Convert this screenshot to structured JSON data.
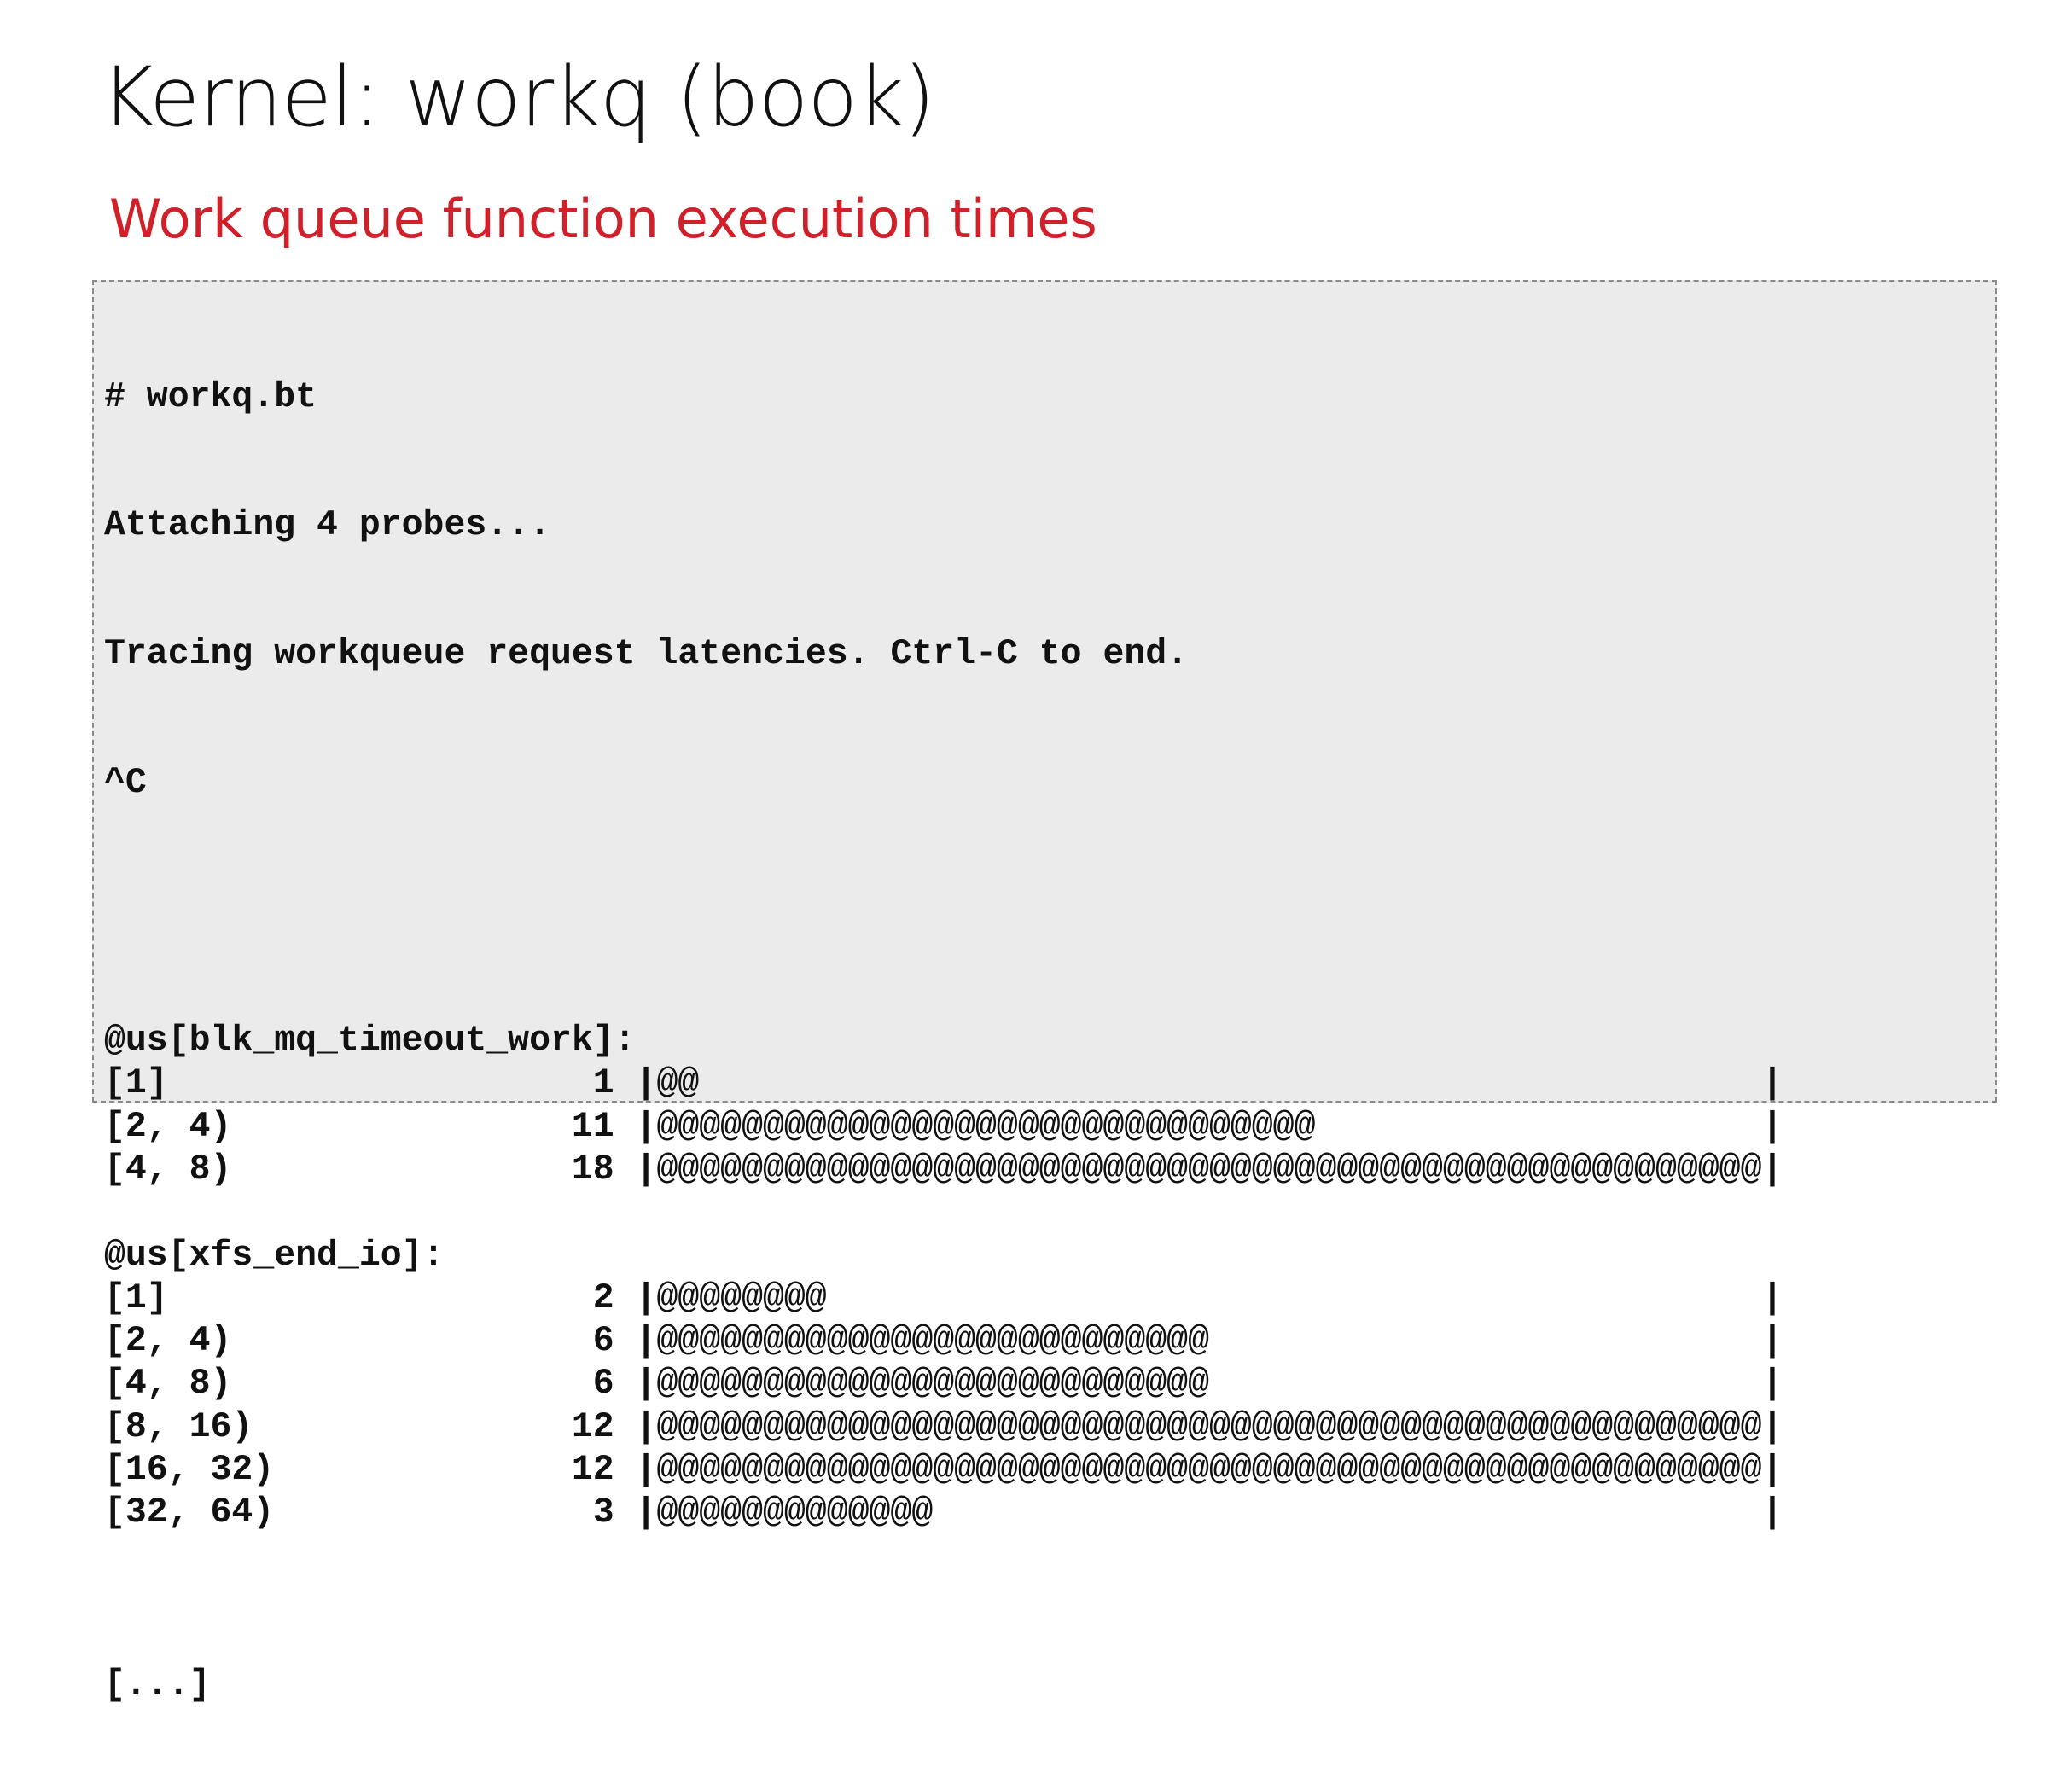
{
  "slide": {
    "title": "Kernel: workq (book)",
    "subtitle": "Work queue function execution times",
    "accent_color": "#d0202a"
  },
  "terminal": {
    "header_lines": [
      "# workq.bt",
      "Attaching 4 probes...",
      "Tracing workqueue request latencies. Ctrl-C to end.",
      "^C"
    ],
    "histograms": [
      {
        "name": "@us[blk_mq_timeout_work]:",
        "buckets": [
          {
            "range": "[1]",
            "count": "1",
            "bar": "@@"
          },
          {
            "range": "[2, 4)",
            "count": "11",
            "bar": "@@@@@@@@@@@@@@@@@@@@@@@@@@@@@@@"
          },
          {
            "range": "[4, 8)",
            "count": "18",
            "bar": "@@@@@@@@@@@@@@@@@@@@@@@@@@@@@@@@@@@@@@@@@@@@@@@@@@@@"
          }
        ]
      },
      {
        "name": "@us[xfs_end_io]:",
        "buckets": [
          {
            "range": "[1]",
            "count": "2",
            "bar": "@@@@@@@@"
          },
          {
            "range": "[2, 4)",
            "count": "6",
            "bar": "@@@@@@@@@@@@@@@@@@@@@@@@@@"
          },
          {
            "range": "[4, 8)",
            "count": "6",
            "bar": "@@@@@@@@@@@@@@@@@@@@@@@@@@"
          },
          {
            "range": "[8, 16)",
            "count": "12",
            "bar": "@@@@@@@@@@@@@@@@@@@@@@@@@@@@@@@@@@@@@@@@@@@@@@@@@@@@"
          },
          {
            "range": "[16, 32)",
            "count": "12",
            "bar": "@@@@@@@@@@@@@@@@@@@@@@@@@@@@@@@@@@@@@@@@@@@@@@@@@@@@"
          },
          {
            "range": "[32, 64)",
            "count": "3",
            "bar": "@@@@@@@@@@@@@"
          }
        ]
      }
    ],
    "pipe": "|",
    "ellipsis": "[...]"
  }
}
